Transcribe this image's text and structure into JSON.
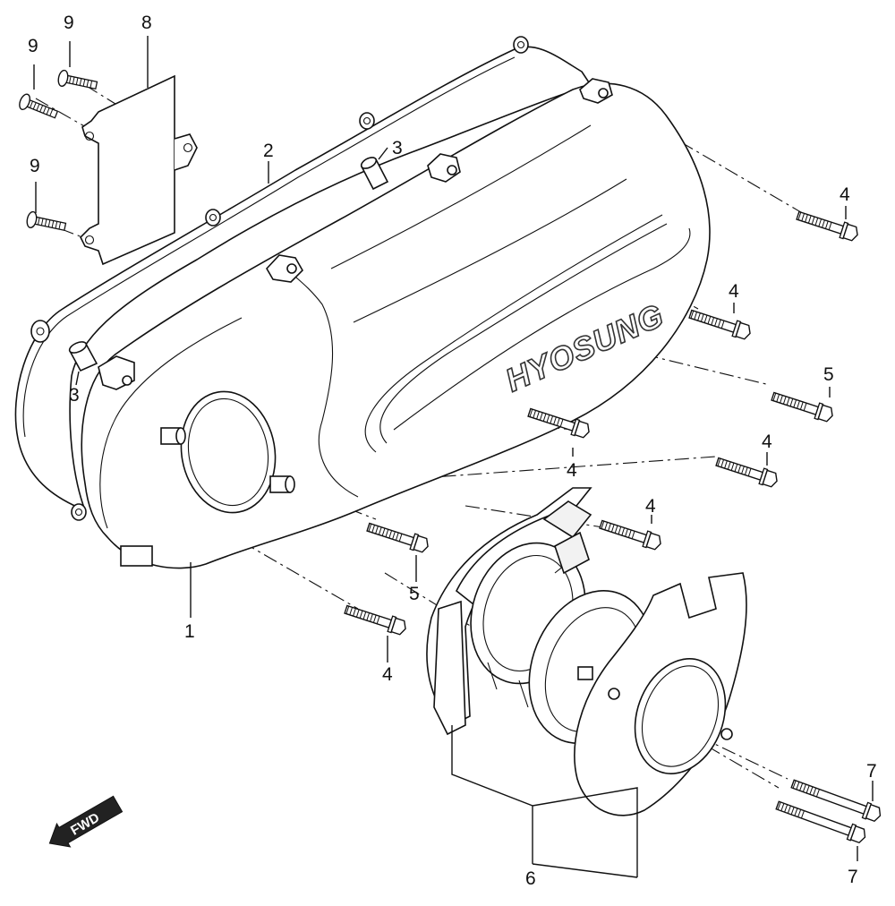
{
  "diagram": {
    "brand_logo": "HYOSUNG",
    "direction_marker": "FWD",
    "callouts": [
      {
        "id": "c9a",
        "text": "9"
      },
      {
        "id": "c9b",
        "text": "9"
      },
      {
        "id": "c8",
        "text": "8"
      },
      {
        "id": "c9c",
        "text": "9"
      },
      {
        "id": "c2",
        "text": "2"
      },
      {
        "id": "c3a",
        "text": "3"
      },
      {
        "id": "c4a",
        "text": "4"
      },
      {
        "id": "c4b",
        "text": "4"
      },
      {
        "id": "c3b",
        "text": "3"
      },
      {
        "id": "c5a",
        "text": "5"
      },
      {
        "id": "c4c",
        "text": "4"
      },
      {
        "id": "c4d",
        "text": "4"
      },
      {
        "id": "c4e",
        "text": "4"
      },
      {
        "id": "c5b",
        "text": "5"
      },
      {
        "id": "c1",
        "text": "1"
      },
      {
        "id": "c4f",
        "text": "4"
      },
      {
        "id": "c7a",
        "text": "7"
      },
      {
        "id": "c6",
        "text": "6"
      },
      {
        "id": "c7b",
        "text": "7"
      }
    ]
  }
}
